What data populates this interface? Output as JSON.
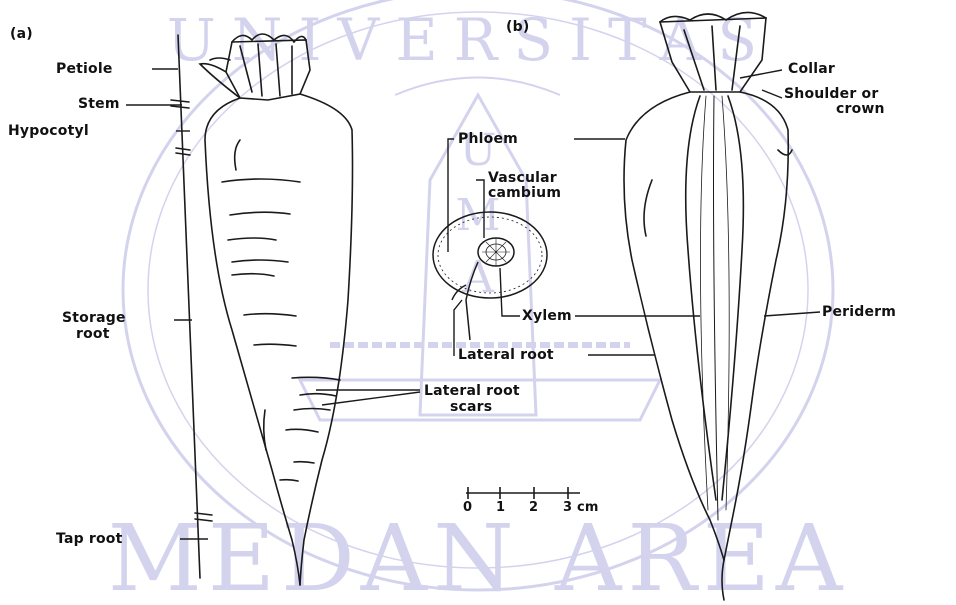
{
  "panels": {
    "a": "(a)",
    "b": "(b)"
  },
  "left_labels": {
    "petiole": "Petiole",
    "stem": "Stem",
    "hypocotyl": "Hypocotyl",
    "storage_root_1": "Storage",
    "storage_root_2": "root",
    "tap_root": "Tap root"
  },
  "center_labels": {
    "phloem": "Phloem",
    "vascular_cambium_1": "Vascular",
    "vascular_cambium_2": "cambium",
    "xylem": "Xylem",
    "lateral_root": "Lateral root",
    "lateral_root_scars_1": "Lateral root",
    "lateral_root_scars_2": "scars"
  },
  "right_labels": {
    "collar": "Collar",
    "shoulder_1": "Shoulder or",
    "shoulder_2": "crown",
    "periderm": "Periderm"
  },
  "scale": {
    "t0": "0",
    "t1": "1",
    "t2": "2",
    "t3": "3 cm"
  },
  "colors": {
    "watermark": "#d4d3ee",
    "ink": "#1a1a1a"
  }
}
